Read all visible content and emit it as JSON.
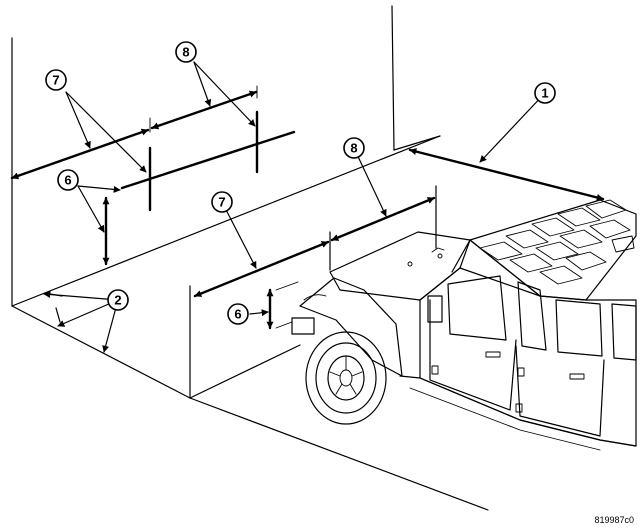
{
  "callouts": {
    "c1": "1",
    "c2": "2",
    "c6a": "6",
    "c6b": "6",
    "c7a": "7",
    "c7b": "7",
    "c8a": "8",
    "c8b": "8"
  },
  "figure_id": "819987c0"
}
